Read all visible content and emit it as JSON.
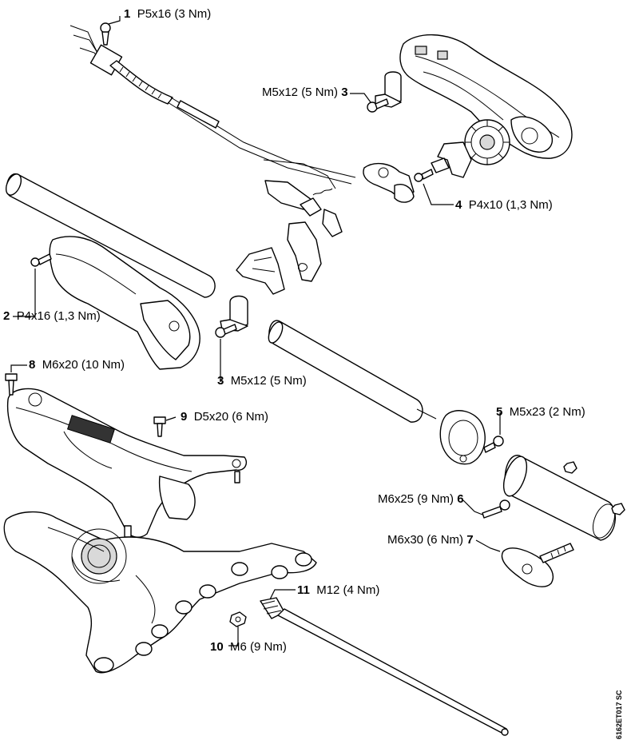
{
  "callouts": [
    {
      "num": "1",
      "spec": "P5x16 (3 Nm)",
      "part": "screw"
    },
    {
      "num": "3",
      "spec": "M5x12 (5 Nm)",
      "part": "clamp-screw-top"
    },
    {
      "num": "4",
      "spec": "P4x10 (1,3 Nm)",
      "part": "screw"
    },
    {
      "num": "2",
      "spec": "P4x16 (1,3 Nm)",
      "part": "screw"
    },
    {
      "num": "3",
      "spec": "M5x12 (5 Nm)",
      "part": "clamp-screw-bottom"
    },
    {
      "num": "8",
      "spec": "M6x20 (10 Nm)",
      "part": "screw"
    },
    {
      "num": "9",
      "spec": "D5x20 (6 Nm)",
      "part": "screw"
    },
    {
      "num": "5",
      "spec": "M5x23 (2 Nm)",
      "part": "screw"
    },
    {
      "num": "6",
      "spec": "M6x25 (9 Nm)",
      "part": "screw"
    },
    {
      "num": "7",
      "spec": "M6x30 (6 Nm)",
      "part": "wing-screw"
    },
    {
      "num": "11",
      "spec": "M12 (4 Nm)",
      "part": "drive-shaft"
    },
    {
      "num": "10",
      "spec": "M6 (9 Nm)",
      "part": "nut"
    }
  ],
  "doc_code": "6162ET017 SC"
}
